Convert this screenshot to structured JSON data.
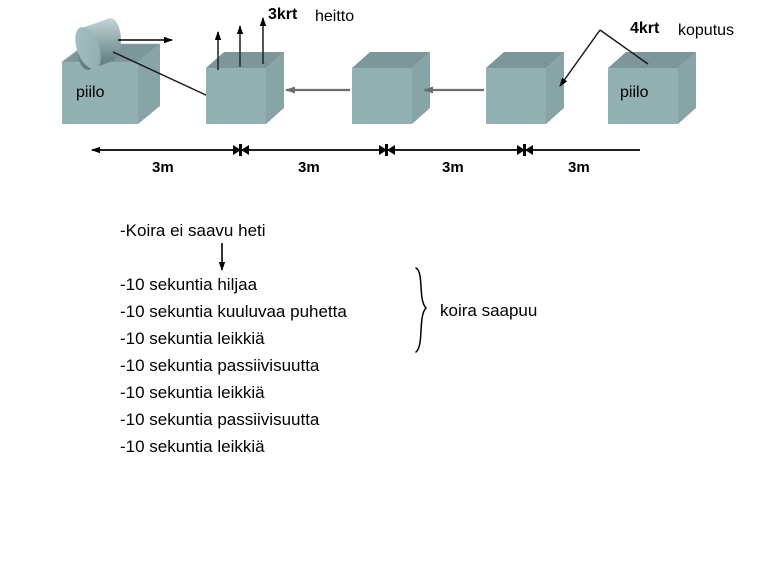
{
  "diagram": {
    "title_labels": [
      {
        "id": "throw",
        "count": "3krt",
        "word": "heitto"
      },
      {
        "id": "knock",
        "count": "4krt",
        "word": "koputus"
      }
    ],
    "boxes": [
      {
        "id": "box-1",
        "label": "piilo"
      },
      {
        "id": "box-2",
        "label": ""
      },
      {
        "id": "box-3",
        "label": ""
      },
      {
        "id": "box-4",
        "label": ""
      },
      {
        "id": "box-5",
        "label": "piilo"
      }
    ],
    "scale": {
      "segments": [
        "3m",
        "3m",
        "3m",
        "3m"
      ]
    },
    "colors": {
      "cube_front": "#93b0b2",
      "cube_top": "#7d9699",
      "cube_side": "#87a4a6",
      "cylinder_body": "#8aa7a9",
      "cylinder_cap": "#9cb8b9",
      "arrow_gray": "#6e6e6e",
      "arrow_black": "#000000",
      "background": "#ffffff"
    }
  },
  "protocol": {
    "heading": "-Koira ei saavu heti",
    "steps": [
      "-10 sekuntia hiljaa",
      "-10 sekuntia kuuluvaa puhetta",
      "-10 sekuntia leikkiä",
      "-10 sekuntia passiivisuutta",
      "-10 sekuntia leikkiä",
      "-10 sekuntia passiivisuutta",
      "-10 sekuntia leikkiä"
    ],
    "brace_label": "koira saapuu"
  }
}
